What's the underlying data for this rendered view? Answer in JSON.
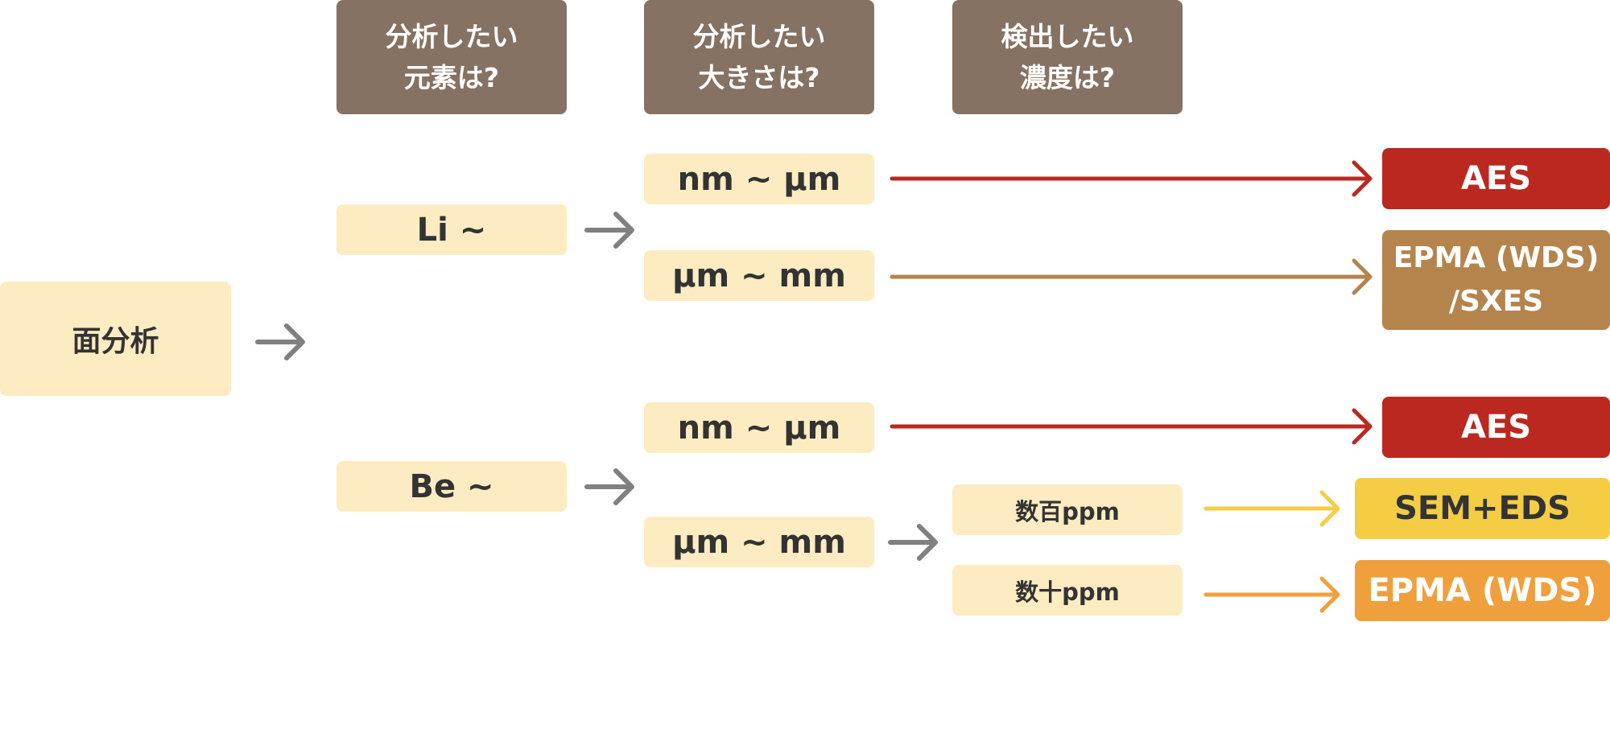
{
  "colors": {
    "header": "#857262",
    "light": "#fdebc2",
    "gray_arrow": "#808080",
    "red": "#bb281f",
    "brown": "#b4844c",
    "yellow": "#f5cd45",
    "orange": "#ef9f3c"
  },
  "headers": {
    "element": [
      "分析したい",
      "元素は?"
    ],
    "size": [
      "分析したい",
      "大きさは?"
    ],
    "concentration": [
      "検出したい",
      "濃度は?"
    ]
  },
  "start": {
    "label": "面分析"
  },
  "elements": {
    "li": "Li ~",
    "be": "Be ~"
  },
  "sizes": {
    "li_nm": "nm ~ µm",
    "li_um": "µm ~ mm",
    "be_nm": "nm ~ µm",
    "be_um": "µm ~ mm"
  },
  "concentrations": {
    "hundreds": "数百ppm",
    "tens": "数十ppm"
  },
  "results": {
    "aes_1": "AES",
    "epma_sxes": [
      "EPMA (WDS)",
      "/SXES"
    ],
    "aes_2": "AES",
    "sem_eds": "SEM+EDS",
    "epma_wds": "EPMA (WDS)"
  }
}
